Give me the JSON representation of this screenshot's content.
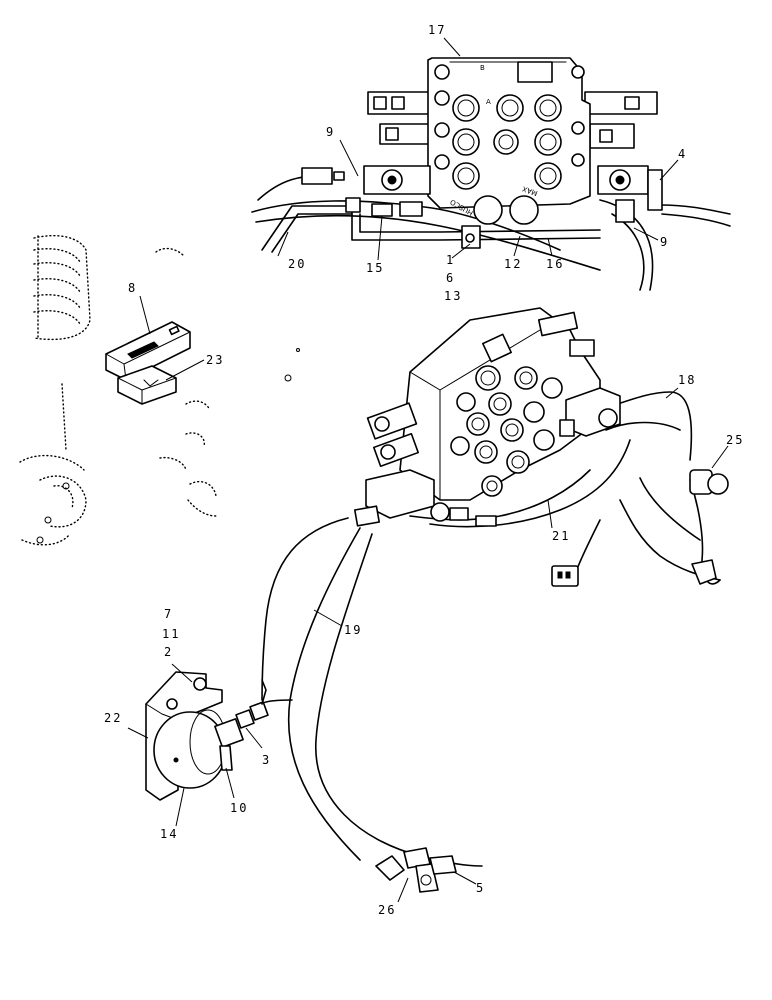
{
  "diagram": {
    "callouts": {
      "c1": "1",
      "c2": "2",
      "c3": "3",
      "c4": "4",
      "c5": "5",
      "c6": "6",
      "c7": "7",
      "c8": "8",
      "c9a": "9",
      "c9b": "9",
      "c10": "10",
      "c11": "11",
      "c12": "12",
      "c13": "13",
      "c14": "14",
      "c15": "15",
      "c16": "16",
      "c17": "17",
      "c18": "18",
      "c19": "19",
      "c20": "20",
      "c21": "21",
      "c22": "22",
      "c23": "23",
      "c25": "25",
      "c26": "26"
    },
    "valve_markings": {
      "brand": "HUSCO",
      "port_a": "A",
      "port_b": "B",
      "max": "MAX"
    }
  }
}
